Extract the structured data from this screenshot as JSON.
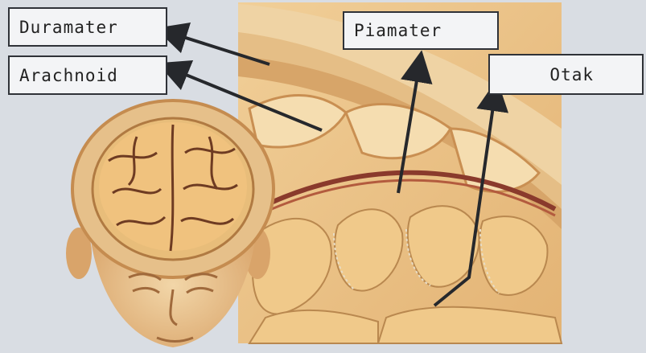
{
  "labels": {
    "duramater": "Duramater",
    "arachnoid": "Arachnoid",
    "piamater": "Piamater",
    "otak": "Otak"
  },
  "colors": {
    "background": "#d9dde3",
    "tissue": "#e9c48a",
    "tissue_dark": "#c98f52",
    "vessel": "#8a3a2c",
    "arrow": "#26282c"
  }
}
